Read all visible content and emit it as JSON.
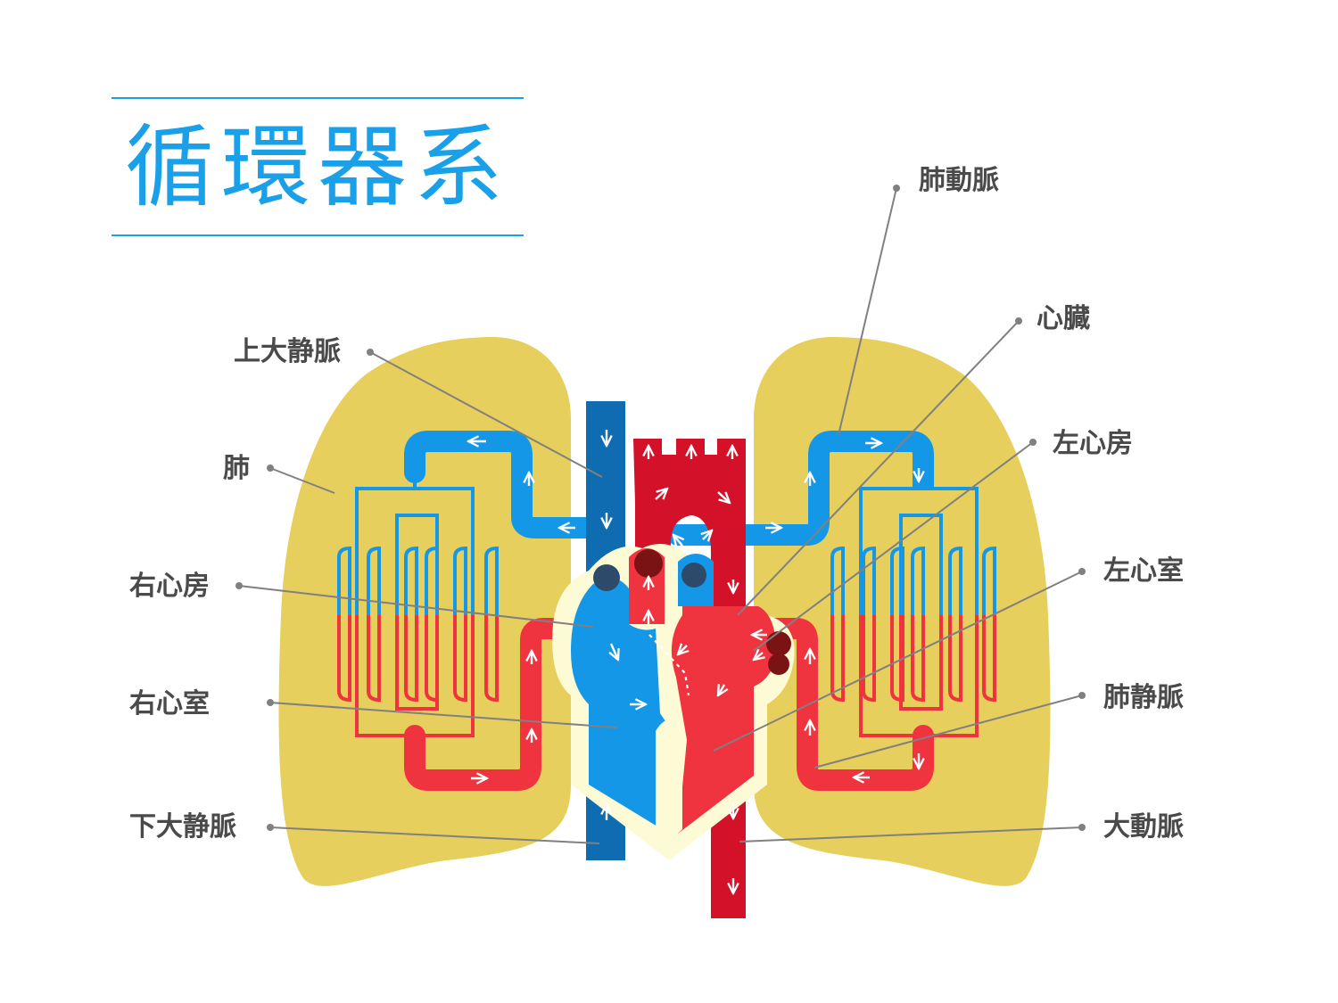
{
  "title": "循環器系",
  "colors": {
    "accent": "#1aa0e8",
    "lung": "#e6cf5c",
    "deoxygenated": "#1597e8",
    "oxygenated": "#f0343f",
    "vena_cava": "#0f6cb0",
    "aorta": "#d3122a",
    "heart_wall": "#fdfbd6",
    "leader": "#808080",
    "label": "#4a4a4a"
  },
  "labels": {
    "superior_vena_cava": "上大静脈",
    "lung": "肺",
    "right_atrium": "右心房",
    "right_ventricle": "右心室",
    "inferior_vena_cava": "下大静脈",
    "pulmonary_artery": "肺動脈",
    "heart": "心臓",
    "left_atrium": "左心房",
    "left_ventricle": "左心室",
    "pulmonary_vein": "肺静脈",
    "aorta": "大動脈"
  }
}
